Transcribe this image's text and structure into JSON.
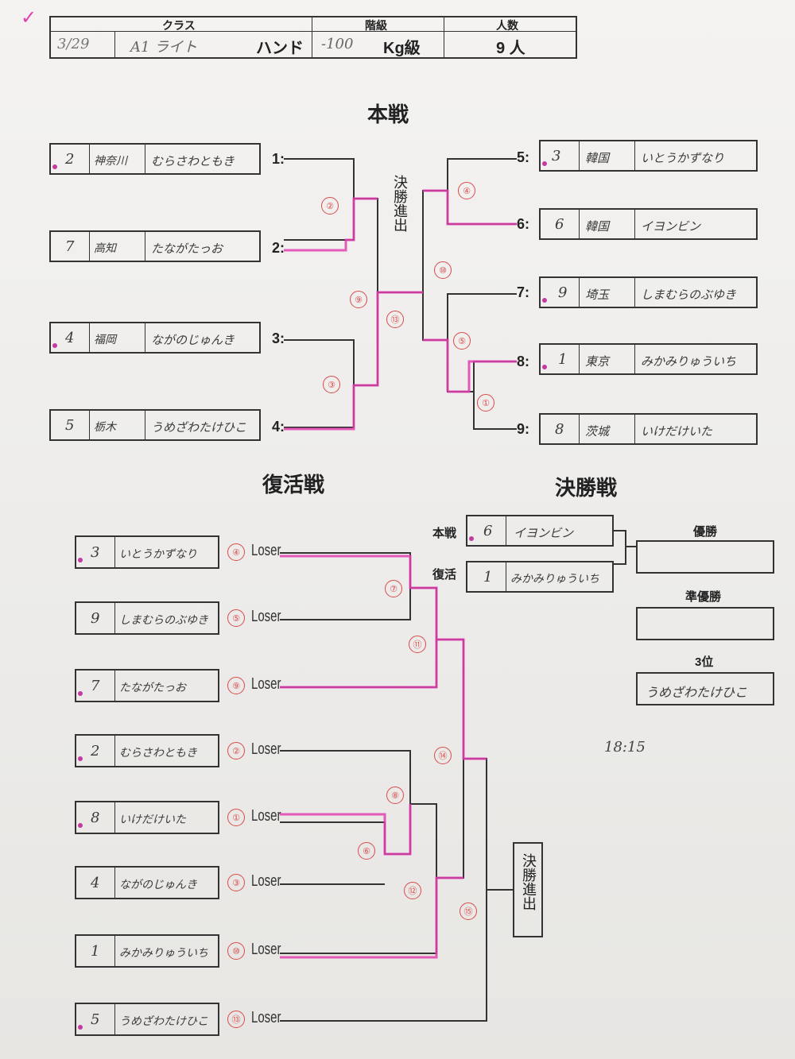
{
  "header": {
    "col_class": "クラス",
    "col_grade": "階級",
    "col_count": "人数",
    "date": "3/29",
    "class": "A1 ライト",
    "type": "ハンド",
    "weight": "-100",
    "weight_unit": "Kg級",
    "count": "9 人"
  },
  "main": {
    "title": "本戦",
    "finalist_label": "決勝進出",
    "left": [
      {
        "seed": "2",
        "pref": "神奈川",
        "name": "むらさわともき",
        "slot": "1:"
      },
      {
        "seed": "7",
        "pref": "高知",
        "name": "たながたっお",
        "slot": "2:"
      },
      {
        "seed": "4",
        "pref": "福岡",
        "name": "ながのじゅんき",
        "slot": "3:"
      },
      {
        "seed": "5",
        "pref": "栃木",
        "name": "うめざわたけひこ",
        "slot": "4:"
      }
    ],
    "right": [
      {
        "seed": "3",
        "pref": "韓国",
        "name": "いとうかずなり",
        "slot": "5:"
      },
      {
        "seed": "6",
        "pref": "韓国",
        "name": "イヨンビン",
        "slot": "6:"
      },
      {
        "seed": "9",
        "pref": "埼玉",
        "name": "しまむらのぶゆき",
        "slot": "7:"
      },
      {
        "seed": "1",
        "pref": "東京",
        "name": "みかみりゅういち",
        "slot": "8:"
      },
      {
        "seed": "8",
        "pref": "茨城",
        "name": "いけだけいた",
        "slot": "9:"
      }
    ],
    "bouts": [
      "②",
      "⑨",
      "③",
      "⑬",
      "⑩",
      "④",
      "⑤",
      "①"
    ]
  },
  "repechage": {
    "title": "復活戦",
    "finalist_label": "決勝進出",
    "loser_label": "Loser",
    "entries": [
      {
        "seed": "3",
        "name": "いとうかずなり",
        "bout": "④"
      },
      {
        "seed": "9",
        "name": "しまむらのぶゆき",
        "bout": "⑤"
      },
      {
        "seed": "7",
        "name": "たながたっお",
        "bout": "⑨"
      },
      {
        "seed": "2",
        "name": "むらさわともき",
        "bout": "②"
      },
      {
        "seed": "8",
        "name": "いけだけいた",
        "bout": "①"
      },
      {
        "seed": "4",
        "name": "ながのじゅんき",
        "bout": "③"
      },
      {
        "seed": "1",
        "name": "みかみりゅういち",
        "bout": "⑩"
      },
      {
        "seed": "5",
        "name": "うめざわたけひこ",
        "bout": "⑬"
      }
    ],
    "bouts": [
      "⑦",
      "⑪",
      "⑭",
      "⑧",
      "⑥",
      "⑫",
      "⑮"
    ]
  },
  "final": {
    "title": "決勝戦",
    "main_label": "本戦",
    "main_seed": "6",
    "main_name": "イヨンビン",
    "rep_label": "復活",
    "rep_seed": "1",
    "rep_name": "みかみりゅういち",
    "winner_label": "優勝",
    "winner_name": "",
    "runner_label": "準優勝",
    "runner_name": "",
    "third_label": "3位",
    "third_name": "うめざわたけひこ",
    "time_note": "18:15"
  },
  "check_mark": "✓",
  "colors": {
    "highlight": "#e23fb0",
    "ink": "#333333",
    "red_pen": "#d94a4a"
  }
}
